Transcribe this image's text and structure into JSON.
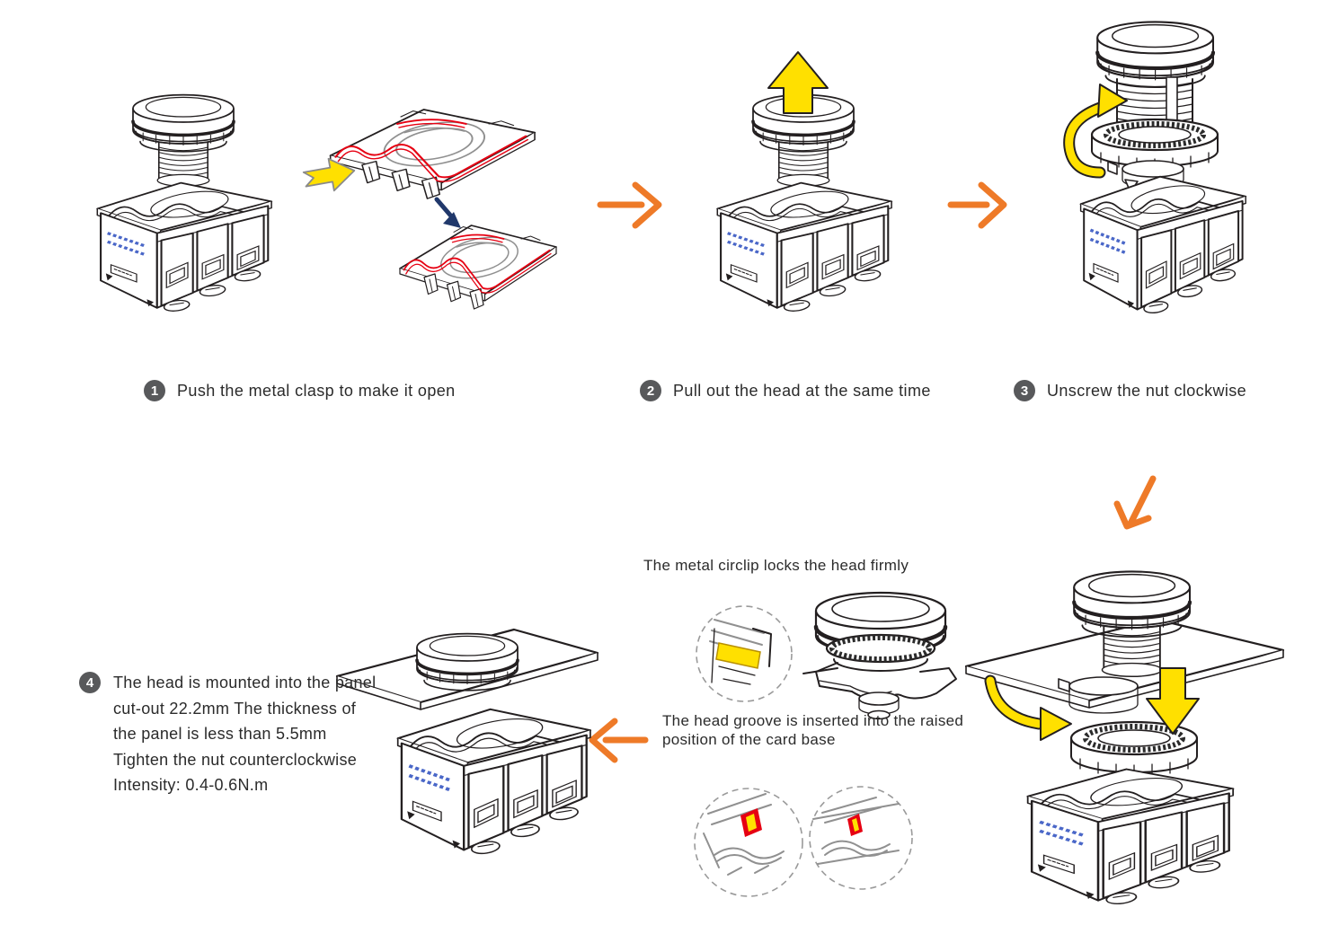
{
  "diagram": {
    "steps": [
      {
        "number": "1",
        "caption": "Push the metal clasp to make it open"
      },
      {
        "number": "2",
        "caption": "Pull out the head at the same time"
      },
      {
        "number": "3",
        "caption": "Unscrew the nut clockwise"
      },
      {
        "number": "4",
        "caption": "The head is mounted into the panel cut-out 22.2mm The thickness of the panel is less than 5.5mm Tighten the nut counterclockwise Intensity: 0.4-0.6N.m"
      }
    ],
    "notes": {
      "circlip": "The metal circlip locks the head firmly",
      "groove": "The head groove is inserted into the raised position of the card base"
    },
    "colors": {
      "line": "#231f20",
      "step_badge": "#58595b",
      "arrow_orange": "#ee7a28",
      "arrow_yellow": "#ffe000",
      "highlight_red": "#e60012",
      "arrow_navy": "#20386b",
      "label_blue": "#4a67c8",
      "sketch_gray": "#909090"
    }
  }
}
